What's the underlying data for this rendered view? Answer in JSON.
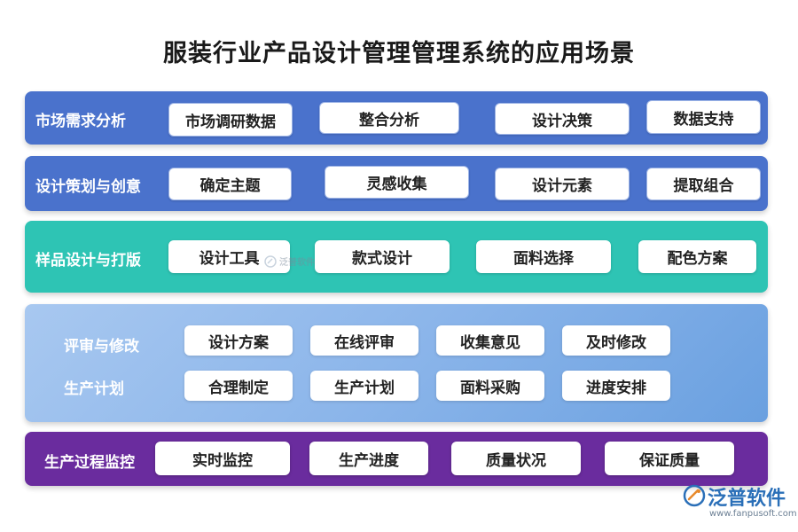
{
  "title": "服装行业产品设计管理管理系统的应用场景",
  "bands": [
    {
      "label": "市场需求分析",
      "color": "#4a72cc",
      "items": [
        "市场调研数据",
        "整合分析",
        "设计决策",
        "数据支持"
      ]
    },
    {
      "label": "设计策划与创意",
      "color": "#4a72cc",
      "items": [
        "确定主题",
        "灵感收集",
        "设计元素",
        "提取组合"
      ]
    },
    {
      "label": "样品设计与打版",
      "color": "#2ec4b4",
      "items": [
        "设计工具",
        "款式设计",
        "面料选择",
        "配色方案"
      ]
    },
    {
      "label_1": "评审与修改",
      "label_2": "生产计划",
      "color": "#8bb5ea",
      "row1": [
        "设计方案",
        "在线评审",
        "收集意见",
        "及时修改"
      ],
      "row2": [
        "合理制定",
        "生产计划",
        "面料采购",
        "进度安排"
      ]
    },
    {
      "label": "生产过程监控",
      "color": "#6a2c9e",
      "items": [
        "实时监控",
        "生产进度",
        "质量状况",
        "保证质量"
      ]
    }
  ],
  "watermark": "泛普软件",
  "logo": {
    "name": "泛普软件",
    "url": "www.fanpusoft.com",
    "icon": "fanpu-logo-icon"
  }
}
